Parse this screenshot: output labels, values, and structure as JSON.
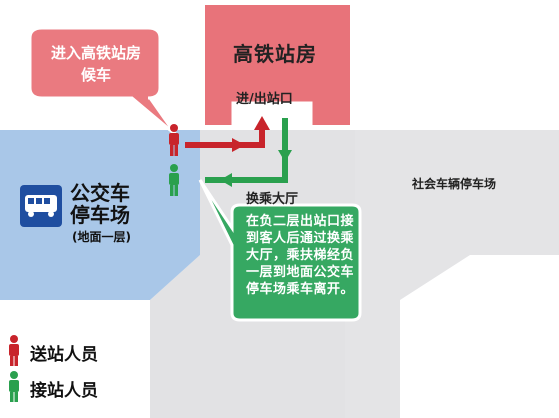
{
  "station": {
    "title": "高铁站房",
    "gate_label": "进/出站口"
  },
  "areas": {
    "transfer_hall": "换乘大厅",
    "social_parking": "社会车辆停车场",
    "bus_parking_line1": "公交车",
    "bus_parking_line2": "停车场",
    "bus_parking_floor": "(地面一层)"
  },
  "callouts": {
    "sendoff": "进入高铁站房候车",
    "pickup": "在负二层出站口接到客人后通过换乘大厅，乘扶梯经负一层到地面公交车停车场乘车离开。"
  },
  "legend": {
    "sendoff_label": "送站人员",
    "pickup_label": "接站人员"
  },
  "colors": {
    "station_fill": "#e8737a",
    "bus_zone_fill": "#a9c7e8",
    "gray_zone_fill": "#e2e2e4",
    "sendoff_color": "#c8242b",
    "pickup_color": "#2aa04e",
    "callout_red": "#ea7a80",
    "callout_green": "#36a862",
    "bus_icon_blue": "#1f4ea0"
  }
}
